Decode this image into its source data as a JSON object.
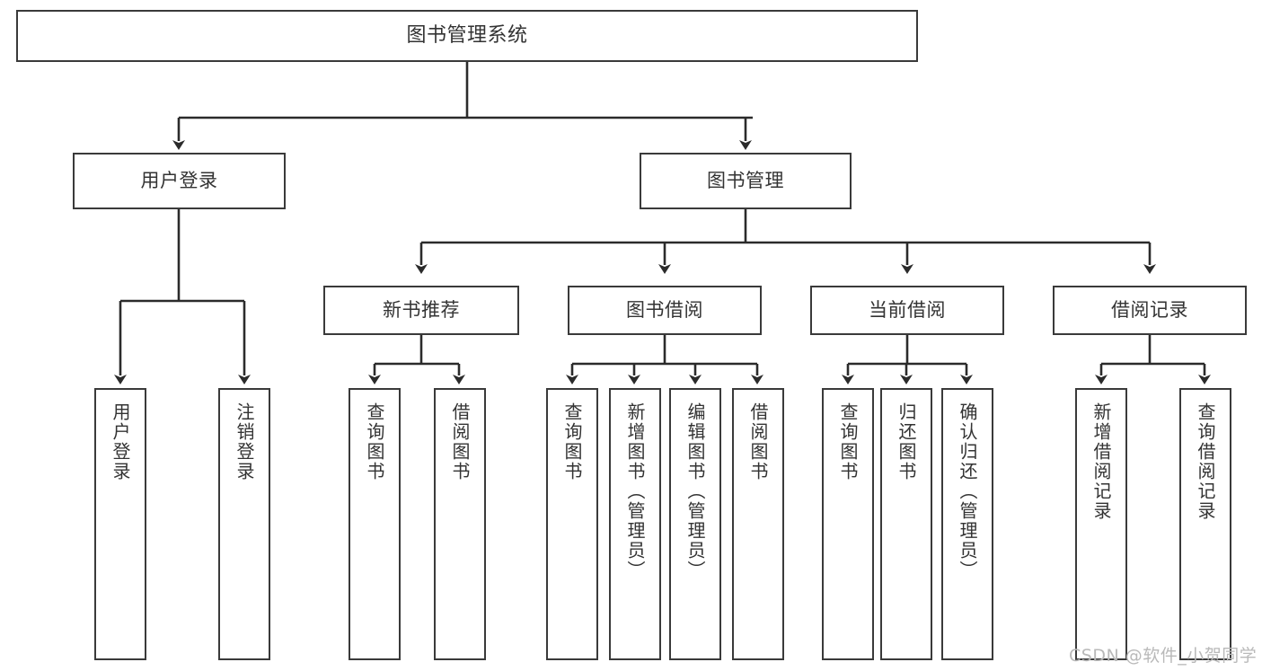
{
  "diagram": {
    "type": "tree-flowchart",
    "title": "图书管理系统",
    "watermark": "CSDN @软件_小贺同学",
    "colors": {
      "box_border": "#3a3a3a",
      "box_fill": "#ffffff",
      "connector": "#2b2b2b",
      "text": "#333333",
      "watermark": "#b9b9b9",
      "background": "#ffffff"
    },
    "nodes": {
      "root": {
        "label": "图书管理系统"
      },
      "level1": [
        {
          "id": "user-login",
          "label": "用户登录"
        },
        {
          "id": "book-manage",
          "label": "图书管理"
        }
      ],
      "level2": [
        {
          "id": "new-book-recommend",
          "label": "新书推荐"
        },
        {
          "id": "book-borrow",
          "label": "图书借阅"
        },
        {
          "id": "current-borrow",
          "label": "当前借阅"
        },
        {
          "id": "borrow-record",
          "label": "借阅记录"
        }
      ],
      "leaves": {
        "user-login": [
          {
            "id": "leaf-user-login",
            "label": "用户登录"
          },
          {
            "id": "leaf-logout",
            "label": "注销登录"
          }
        ],
        "new-book-recommend": [
          {
            "id": "leaf-query-book-1",
            "label": "查询图书"
          },
          {
            "id": "leaf-borrow-book-1",
            "label": "借阅图书"
          }
        ],
        "book-borrow": [
          {
            "id": "leaf-query-book-2",
            "label": "查询图书"
          },
          {
            "id": "leaf-add-book",
            "label": "新增图书（管理员）"
          },
          {
            "id": "leaf-edit-book",
            "label": "编辑图书（管理员）"
          },
          {
            "id": "leaf-borrow-book-2",
            "label": "借阅图书"
          }
        ],
        "current-borrow": [
          {
            "id": "leaf-query-book-3",
            "label": "查询图书"
          },
          {
            "id": "leaf-return-book",
            "label": "归还图书"
          },
          {
            "id": "leaf-confirm-return",
            "label": "确认归还（管理员）"
          }
        ],
        "borrow-record": [
          {
            "id": "leaf-add-record",
            "label": "新增借阅记录"
          },
          {
            "id": "leaf-query-record",
            "label": "查询借阅记录"
          }
        ]
      }
    }
  }
}
